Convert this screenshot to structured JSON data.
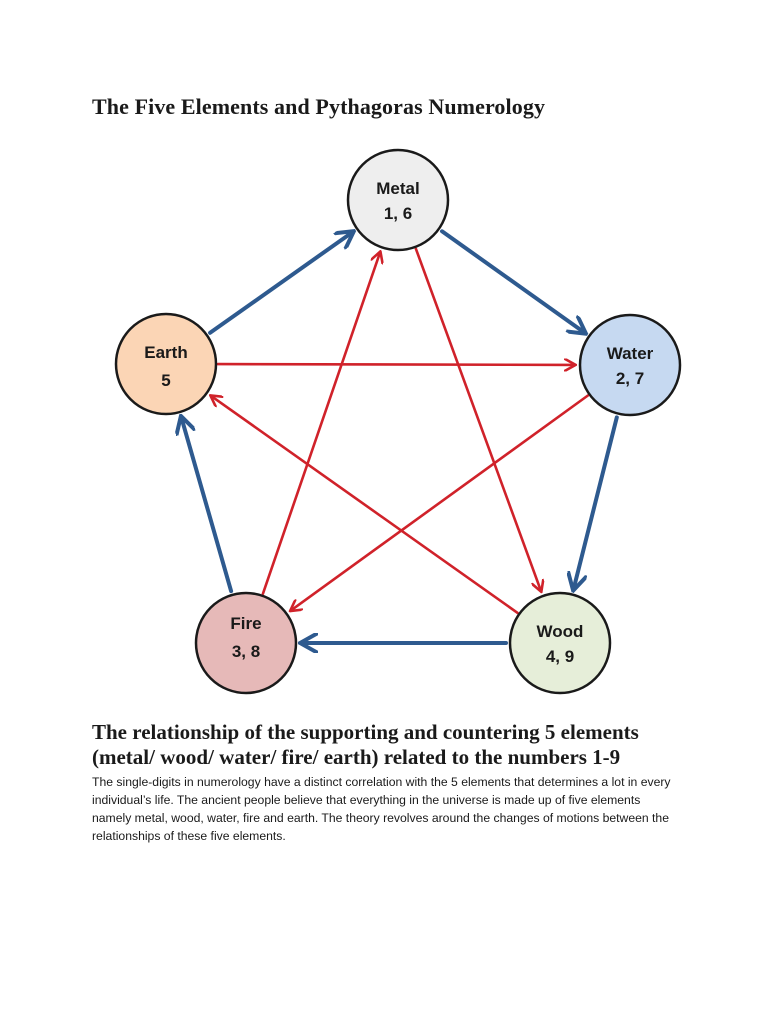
{
  "document": {
    "title": "The Five Elements and Pythagoras Numerology",
    "section_heading_line1": "The relationship of the supporting and countering 5 elements",
    "section_heading_line2": "(metal/ wood/ water/ fire/ earth) related to the numbers 1-9",
    "paragraph": "The single-digits in numerology have a distinct correlation with the 5 elements that determines a lot in every individual’s life. The ancient people believe that everything in the universe is made up of five elements namely metal, wood, water, fire and earth. The theory revolves around the changes of motions between the relationships of these five elements."
  },
  "diagram": {
    "colors": {
      "supporting_arrow": "#2e5a8f",
      "countering_arrow": "#d0222a",
      "node_stroke": "#1a1a1a"
    },
    "nodes": {
      "metal": {
        "name": "Metal",
        "numbers": "1, 6",
        "fill": "#eeeeee"
      },
      "water": {
        "name": "Water",
        "numbers": "2, 7",
        "fill": "#c6d9f1"
      },
      "wood": {
        "name": "Wood",
        "numbers": "4, 9",
        "fill": "#e6eed9"
      },
      "fire": {
        "name": "Fire",
        "numbers": "3, 8",
        "fill": "#e6b9b8"
      },
      "earth": {
        "name": "Earth",
        "numbers": "5",
        "fill": "#fbd5b5"
      }
    },
    "supporting_cycle": [
      [
        "metal",
        "water"
      ],
      [
        "water",
        "wood"
      ],
      [
        "wood",
        "fire"
      ],
      [
        "fire",
        "earth"
      ],
      [
        "earth",
        "metal"
      ]
    ],
    "countering_cycle": [
      [
        "metal",
        "wood"
      ],
      [
        "wood",
        "earth"
      ],
      [
        "earth",
        "water"
      ],
      [
        "water",
        "fire"
      ],
      [
        "fire",
        "metal"
      ]
    ]
  }
}
